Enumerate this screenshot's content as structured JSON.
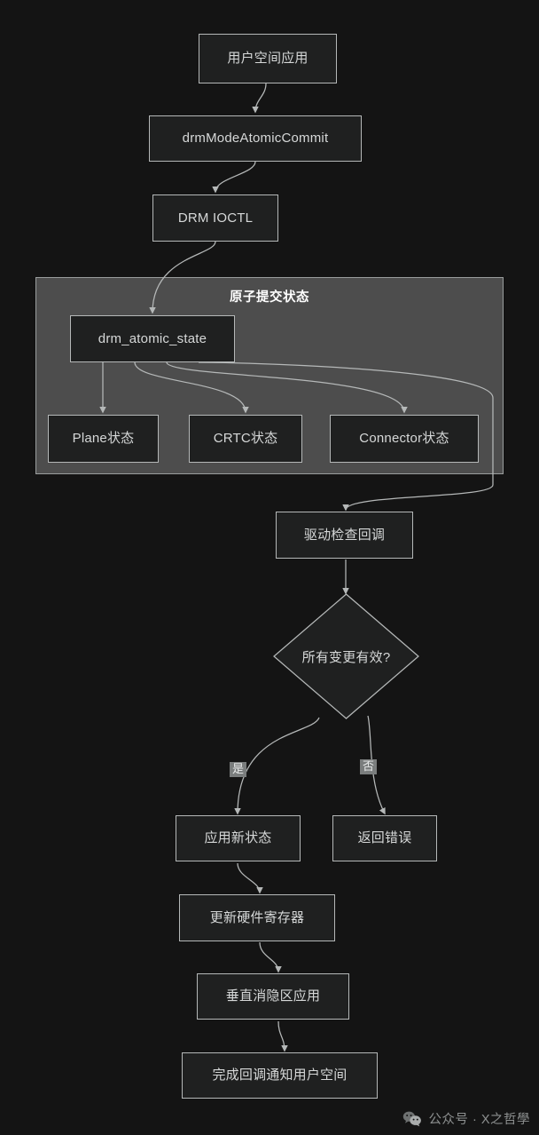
{
  "diagram": {
    "type": "flowchart",
    "direction": "top-down",
    "title_visible": false,
    "background_color": "#141414",
    "node_fill": "#1f2020",
    "node_border": "#b5b8b8",
    "node_text_color": "#d6d8d8",
    "subgraph_fill": "#4d4d4d",
    "subgraph_border": "#9a9d9d",
    "edge_color": "#b5b8b8",
    "edge_label_bg": "#7a7d7d"
  },
  "nodes": {
    "userspace_app": "用户空间应用",
    "drm_mode_atomic_commit": "drmModeAtomicCommit",
    "drm_ioctl": "DRM IOCTL",
    "drm_atomic_state": "drm_atomic_state",
    "plane_state": "Plane状态",
    "crtc_state": "CRTC状态",
    "connector_state": "Connector状态",
    "driver_check_callback": "驱动检查回调",
    "decision_all_valid": "所有变更有效?",
    "apply_new_state": "应用新状态",
    "return_error": "返回错误",
    "update_hw_registers": "更新硬件寄存器",
    "vblank_apply": "垂直消隐区应用",
    "complete_callback_notify": "完成回调通知用户空间"
  },
  "subgraph": {
    "title": "原子提交状态"
  },
  "edge_labels": {
    "yes": "是",
    "no": "否"
  },
  "footer": {
    "icon": "wechat-icon",
    "text": "公众号 · X之哲學"
  }
}
